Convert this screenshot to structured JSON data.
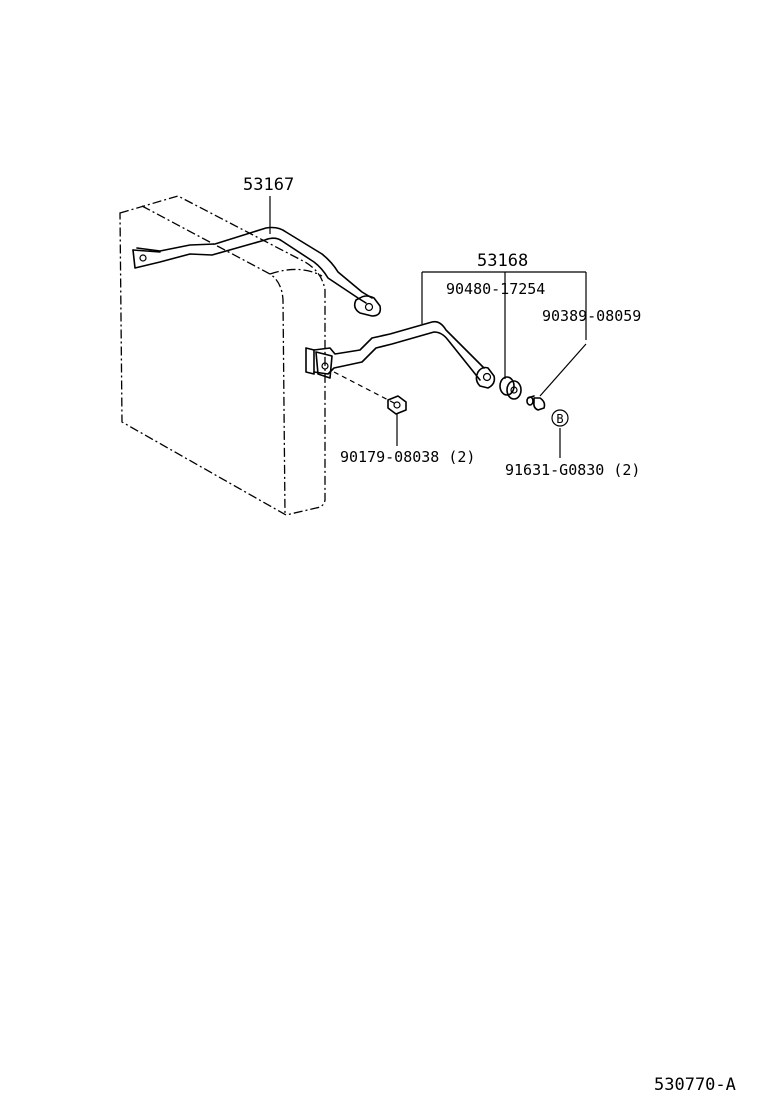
{
  "diagram": {
    "labels": {
      "bracket_upper": "53167",
      "bracket_lower": "53168",
      "collar": "90480-17254",
      "bolt_right": "90389-08059",
      "nut": "90179-08038 (2)",
      "bolt_b": "91631-G0830 (2)",
      "b_marker": "B"
    },
    "figure_id": "530770-A"
  }
}
